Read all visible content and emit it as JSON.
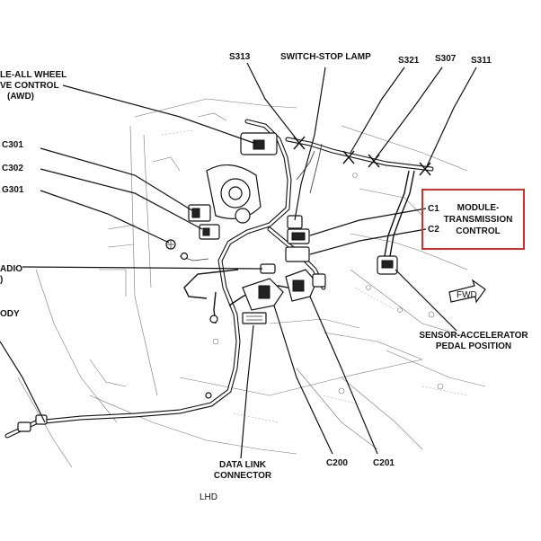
{
  "labels": {
    "awd_l1": "LE-ALL WHEEL",
    "awd_l2": "VE CONTROL",
    "awd_l3": "(AWD)",
    "c301": "C301",
    "c302": "C302",
    "g301": "G301",
    "radio_l1": "ADIO",
    "radio_l2": ")",
    "body": "ODY",
    "s313": "S313",
    "switch_stop_lamp": "SWITCH-STOP LAMP",
    "s321": "S321",
    "s307": "S307",
    "s311": "S311",
    "c1": "C1",
    "c2": "C2",
    "module_l1": "MODULE-",
    "module_l2": "TRANSMISSION",
    "module_l3": "CONTROL",
    "fwd": "FWD",
    "sensor_l1": "SENSOR-ACCELERATOR",
    "sensor_l2": "PEDAL POSITION",
    "data_link_l1": "DATA LINK",
    "data_link_l2": "CONNECTOR",
    "c200": "C200",
    "c201": "C201",
    "lhd": "LHD"
  },
  "colors": {
    "highlight_box": "#d32f2f",
    "ink": "#111111"
  }
}
